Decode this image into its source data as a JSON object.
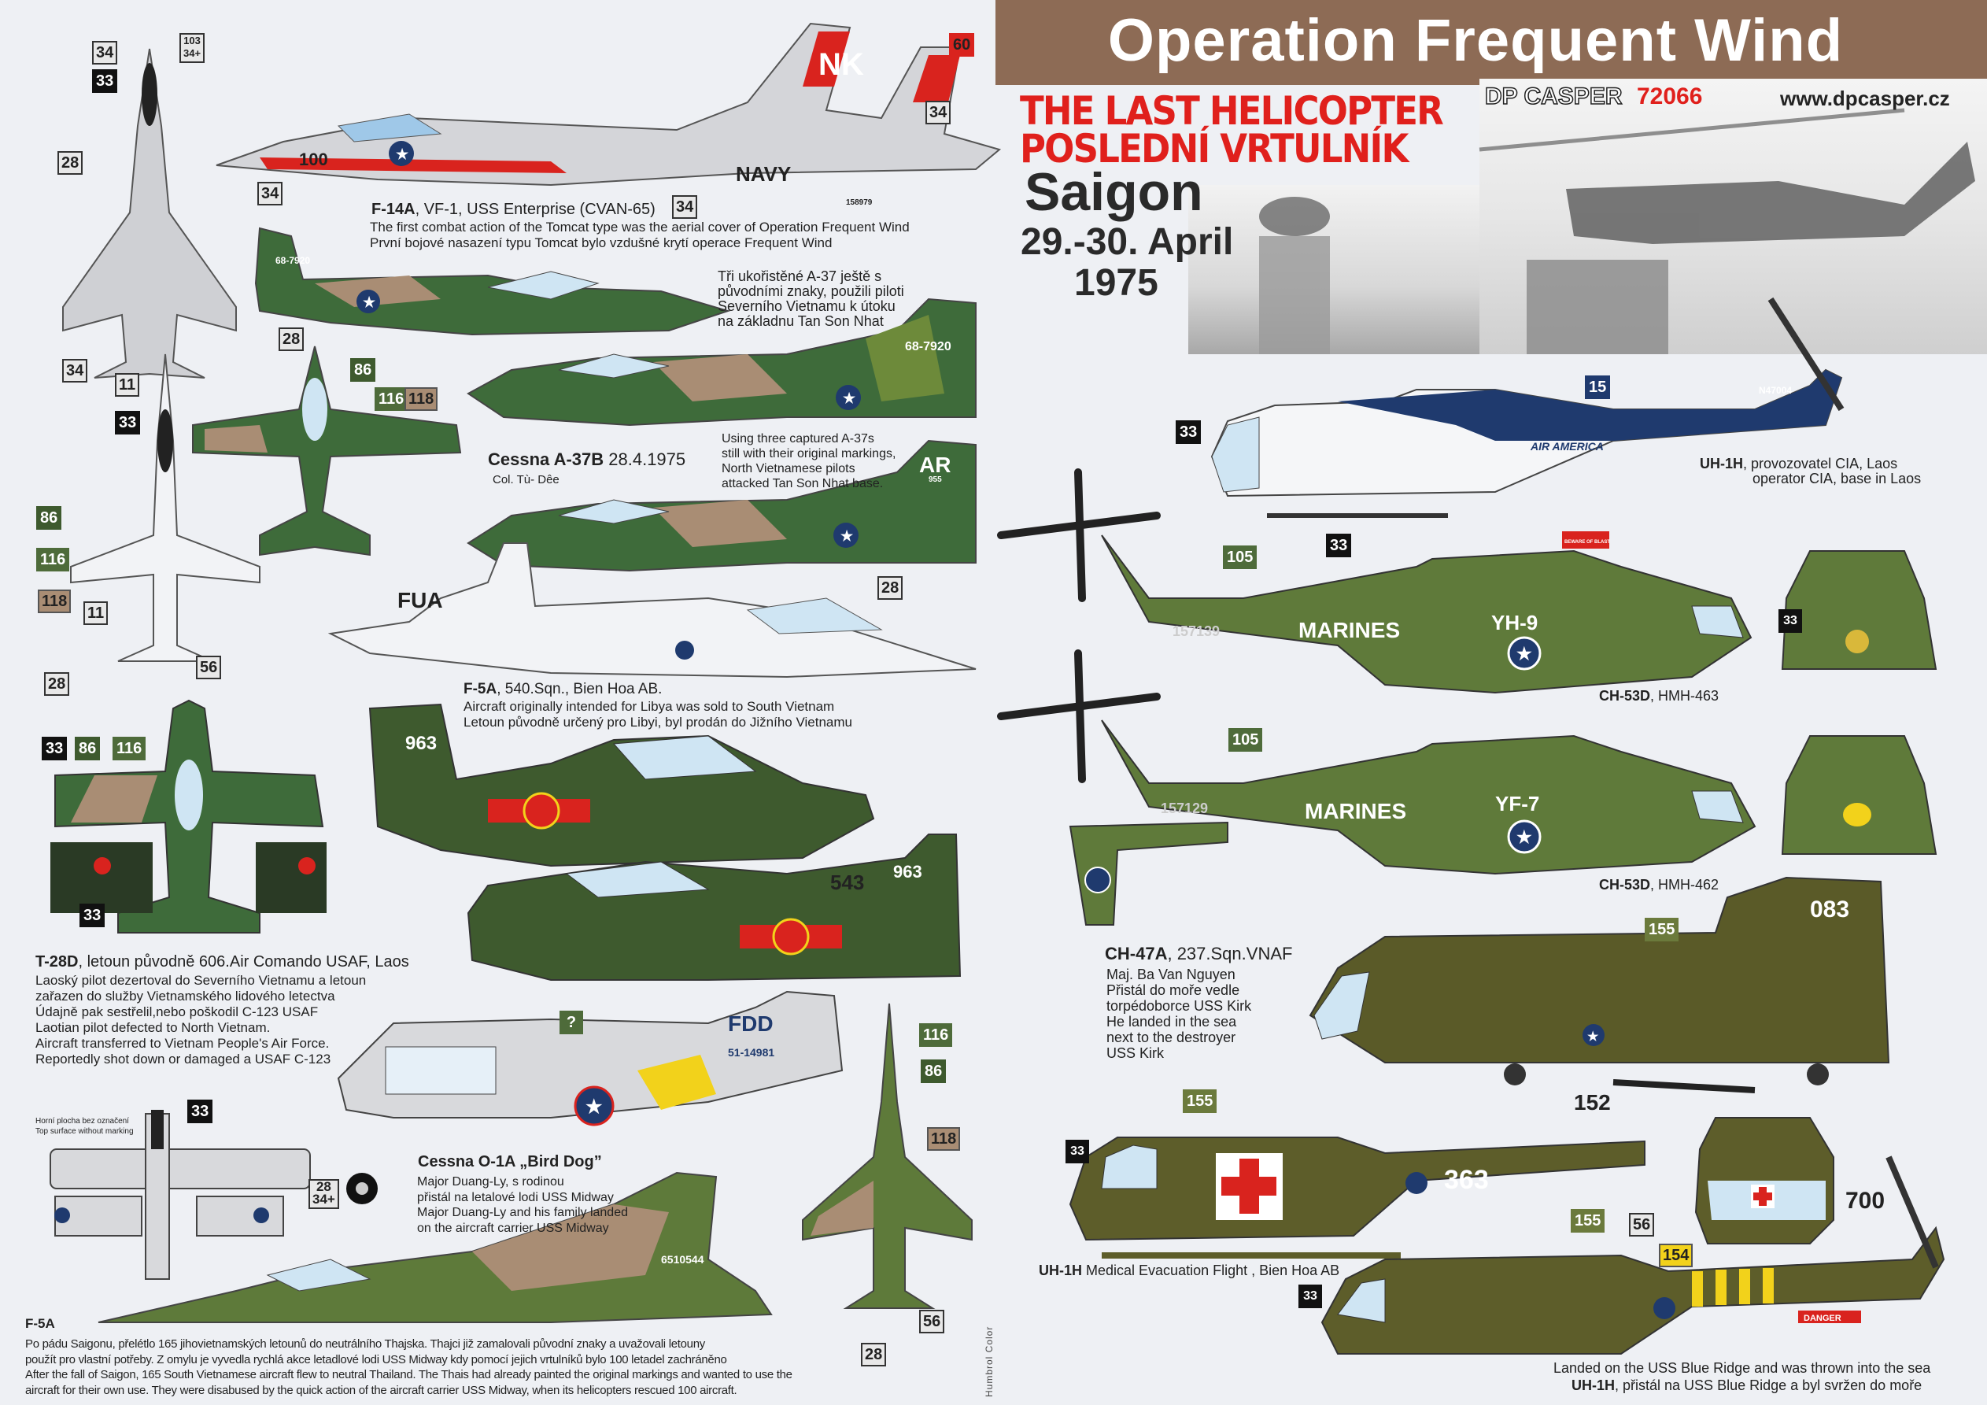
{
  "header": {
    "title": "Operation Frequent Wind",
    "subtitle_en": "THE LAST HELICOPTER",
    "subtitle_cz": "POSLEDNÍ VRTULNÍK",
    "city": "Saigon",
    "date": "29.-30. April",
    "year": "1975",
    "brand": "DP CASPER",
    "code": "72066",
    "url": "www.dpcasper.cz"
  },
  "captions": {
    "f14_title": "F-14A",
    "f14_sub": ", VF-1, USS Enterprise (CVAN-65)",
    "f14_text": "The first combat action of the Tomcat type was the aerial cover of Operation Frequent Wind\nPrvní bojové nasazení typu Tomcat bylo vzdušné krytí  operace Frequent Wind",
    "a37_cz": "Tři ukořistěné A-37 ještě s\npůvodními znaky, použili piloti\nSeverního Vietnamu k útoku\nna základnu Tan Son Nhat",
    "a37_title": "Cessna A-37B",
    "a37_date": "28.4.1975",
    "a37_pilot": "Col. Tù- Dêe",
    "a37_en": "Using three captured A-37s\nstill with their original markings,\nNorth Vietnamese pilots\nattacked Tan Son Nhat base.",
    "f5a_title": "F-5A",
    "f5a_sub": ", 540.Sqn., Bien Hoa AB.",
    "f5a_text": "Aircraft originally intended for Libya was sold to South Vietnam\nLetoun původně určený pro Libyi, byl prodán do Jižního Vietnamu",
    "t28_title": "T-28D",
    "t28_sub": ", letoun původně 606.Air Comando USAF, Laos",
    "t28_text": "Laoský pilot dezertoval do Severního Vietnamu a letoun\nzařazen do služby Vietnamského lidového letectva\nÚdajně pak sestřelil,nebo poškodil C-123 USAF\nLaotian pilot defected to North Vietnam.\nAircraft transferred to Vietnam People's Air Force.\nReportedly shot down or damaged a USAF C-123",
    "o1_top_note": "Horní plocha bez označení\nTop surface without marking",
    "o1_title": "Cessna O-1A „Bird Dog”",
    "o1_text": "Major Duang-Ly, s rodinou\npřistál na letalové lodi USS Midway\nMajor Duang-Ly and his family landed\non the aircraft carrier USS Midway",
    "f5_bottom_title": "F-5A",
    "f5_bottom_text": "Po pádu Saigonu, přelétlo 165 jihovietnamských letounů do neutrálního Thajska.  Thajci již zamalovali  původní znaky a uvažovali letouny\npoužít pro vlastní potřeby. Z omylu je vyvedla rychlá akce letadlové lodi USS Midway kdy pomocí jejich vrtulníků bylo 100 letadel zachráněno\nAfter the fall of Saigon, 165 South Vietnamese aircraft flew to neutral Thailand. The Thais had already painted the original markings and wanted to use the\naircraft for their own use. They were disabused by the quick action of the aircraft carrier USS Midway, when its helicopters rescued 100 aircraft.",
    "humbrol": "Humbrol Color",
    "uh1_cia_title": "UH-1H",
    "uh1_cia_sub": ", provozovatel CIA, Laos",
    "uh1_cia_en": "operator CIA, base in Laos",
    "ch53_463_title": "CH-53D",
    "ch53_463_sub": ", HMH-463",
    "ch53_462_title": "CH-53D",
    "ch53_462_sub": ", HMH-462",
    "ch47_title": "CH-47A",
    "ch47_sub": ", 237.Sqn.VNAF",
    "ch47_text": "Maj. Ba Van Nguyen\nPřistál do moře vedle\ntorpédoborce USS Kirk\nHe landed in the sea\nnext to the destroyer\nUSS Kirk",
    "medevac_title": "UH-1H",
    "medevac_sub": "  Medical Evacuation Flight , Bien Hoa AB",
    "blueridge_en": "Landed on the USS Blue Ridge and was thrown into the sea",
    "blueridge_title": "UH-1H",
    "blueridge_cz": ", přistál na USS Blue Ridge a byl svržen do moře"
  },
  "markings": {
    "nk": "NK",
    "navy": "NAVY",
    "f14_modex": "100",
    "f14_serial": "158979",
    "a37_serial": "68-7920",
    "a37_ar": "AR",
    "a37_955": "955",
    "fua": "FUA",
    "t28_963": "963",
    "t28_543": "543",
    "fdd": "FDD",
    "o1_serial": "51-14981",
    "f5_serial": "6510544",
    "air_america": "AIR AMERICA",
    "n47004": "N47004",
    "bu_157139": "157139",
    "bu_157129": "157129",
    "marines": "MARINES",
    "yh9": "YH-9",
    "yf7": "YF-7",
    "ch47_083": "083",
    "uh1_363": "363",
    "uh1_152": "152",
    "uh1_700": "700",
    "danger": "DANGER",
    "beware": "BEWARE OF BLAST"
  },
  "badges": [
    "34",
    "103\n34+",
    "33",
    "28",
    "34",
    "34",
    "34",
    "34",
    "60",
    "28",
    "11",
    "33",
    "86",
    "116",
    "118",
    "86",
    "116",
    "118",
    "11",
    "28",
    "56",
    "28",
    "33",
    "86",
    "116",
    "33",
    "?",
    "33",
    "28\n34+",
    "116",
    "86",
    "118",
    "56",
    "28",
    "33",
    "15",
    "33",
    "105",
    "33",
    "105",
    "155",
    "155",
    "33",
    "155",
    "56",
    "154",
    "33"
  ],
  "colors": {
    "header_brown": "#8d6b55",
    "title_red": "#e0201c",
    "marine_green": "#5f7a3a",
    "olive_drab": "#5d5d2a",
    "camo_green": "#3e6b3a",
    "camo_tan": "#a98d74",
    "navy_blue": "#1f3a6e"
  }
}
